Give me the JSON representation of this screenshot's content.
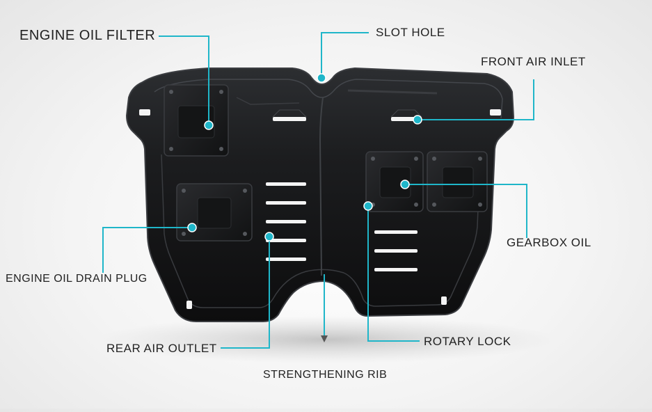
{
  "labels": {
    "engine_oil_filter": "ENGINE OIL FILTER",
    "slot_hole": "SLOT HOLE",
    "front_air_inlet": "FRONT AIR INLET",
    "gearbox_oil": "GEARBOX OIL",
    "engine_oil_drain_plug": "ENGINE OIL DRAIN PLUG",
    "rear_air_outlet": "REAR AIR OUTLET",
    "rotary_lock": "ROTARY LOCK",
    "strengthening_rib": "STRENGTHENING RIB"
  },
  "colors": {
    "callout": "#1fb6c9",
    "plate": "#1a1b1d",
    "plate_edge": "#3a3c40",
    "slot": "#f4f4f4"
  }
}
